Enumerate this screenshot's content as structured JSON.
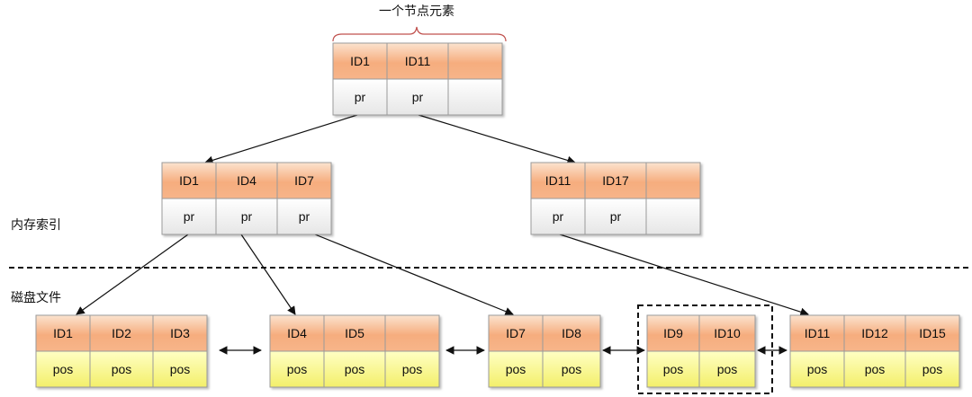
{
  "title": "一个节点元素",
  "labels": {
    "memory": "内存索引",
    "disk": "磁盘文件"
  },
  "colors": {
    "key_top": "#fbe3cf",
    "key_mid": "#f6ad7e",
    "ptr_top": "#ffffff",
    "ptr_bottom": "#e6e6e6",
    "pos_top": "#ffffc4",
    "pos_bottom": "#f3ef6a",
    "border": "#9a9a9a",
    "brace": "#c0504d"
  },
  "nodes": {
    "root": {
      "keys": [
        "ID1",
        "ID11",
        ""
      ],
      "ptrs": [
        "pr",
        "pr",
        ""
      ],
      "kind": "internal"
    },
    "mid_a": {
      "keys": [
        "ID1",
        "ID4",
        "ID7"
      ],
      "ptrs": [
        "pr",
        "pr",
        "pr"
      ],
      "kind": "internal"
    },
    "mid_b": {
      "keys": [
        "ID11",
        "ID17",
        ""
      ],
      "ptrs": [
        "pr",
        "pr",
        ""
      ],
      "kind": "internal"
    },
    "leaf_1": {
      "keys": [
        "ID1",
        "ID2",
        "ID3"
      ],
      "ptrs": [
        "pos",
        "pos",
        "pos"
      ],
      "kind": "leaf"
    },
    "leaf_2": {
      "keys": [
        "ID4",
        "ID5",
        ""
      ],
      "ptrs": [
        "pos",
        "pos",
        "pos"
      ],
      "kind": "leaf"
    },
    "leaf_3": {
      "keys": [
        "ID7",
        "ID8"
      ],
      "ptrs": [
        "pos",
        "pos"
      ],
      "kind": "leaf"
    },
    "leaf_4": {
      "keys": [
        "ID9",
        "ID10"
      ],
      "ptrs": [
        "pos",
        "pos"
      ],
      "kind": "leaf"
    },
    "leaf_5": {
      "keys": [
        "ID11",
        "ID12",
        "ID15"
      ],
      "ptrs": [
        "pos",
        "pos",
        "pos"
      ],
      "kind": "leaf"
    }
  }
}
